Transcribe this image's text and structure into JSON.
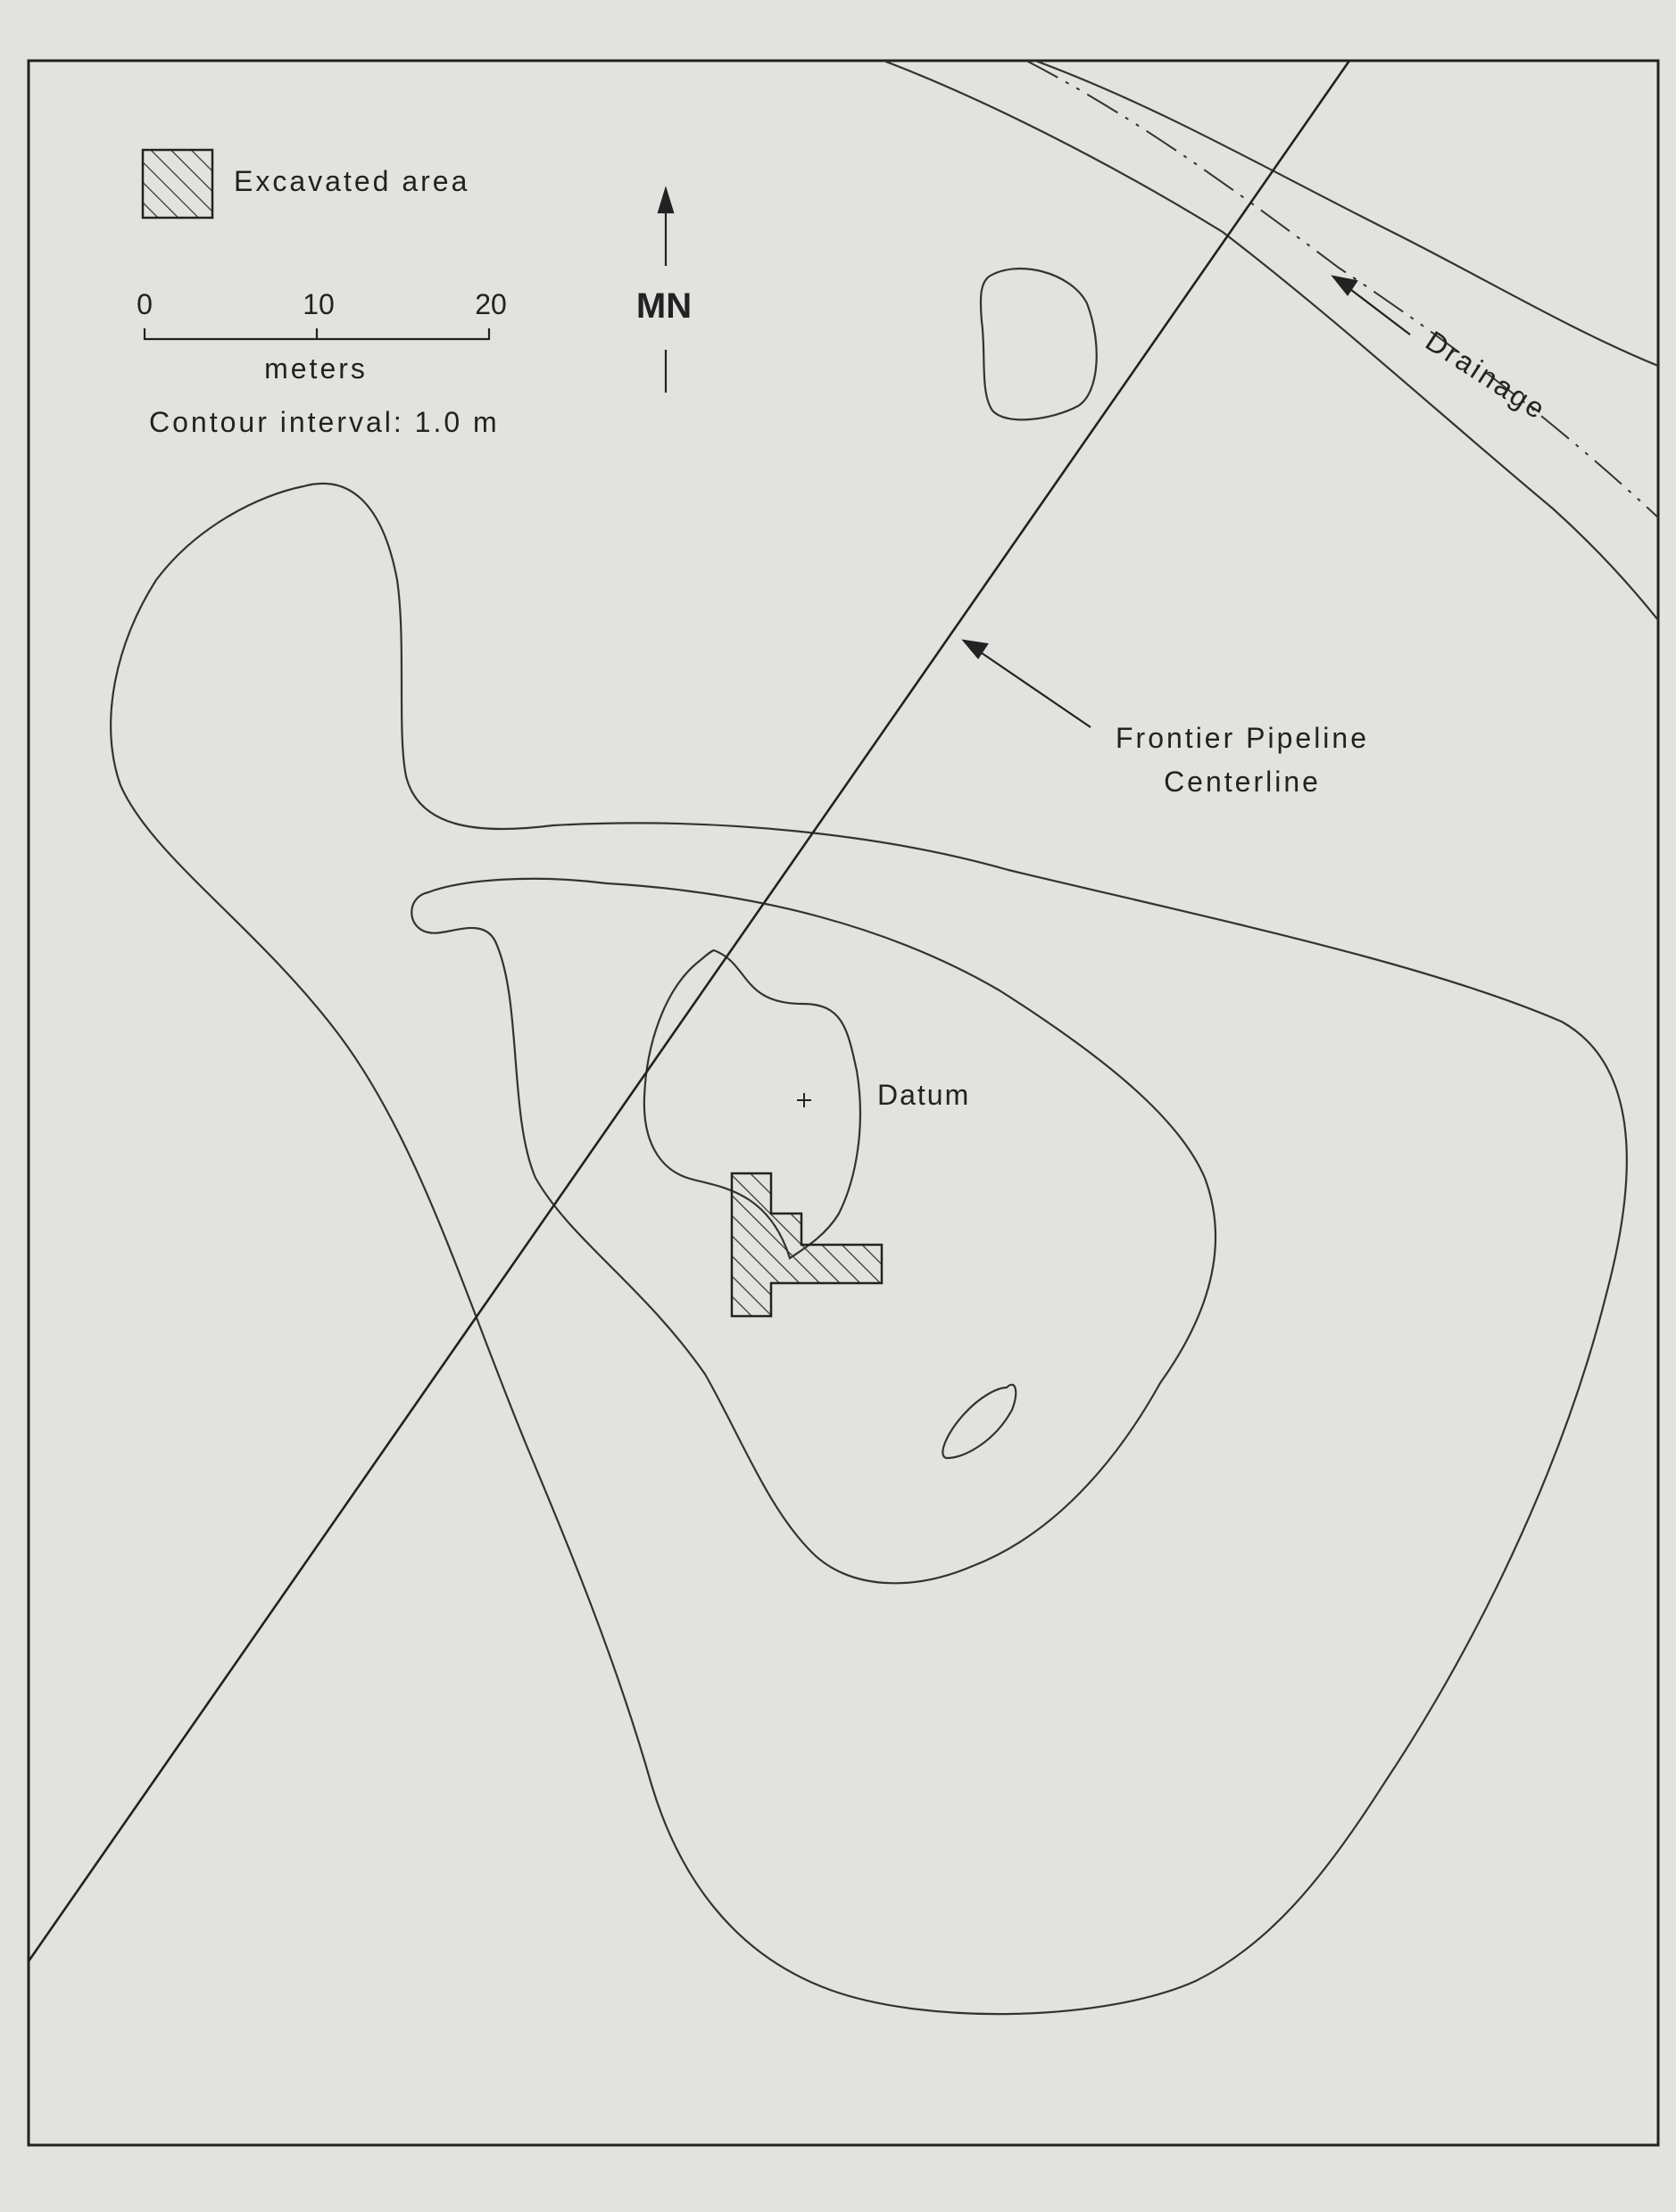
{
  "map": {
    "legend": {
      "excavated_label": "Excavated area",
      "scale_ticks": [
        "0",
        "10",
        "20"
      ],
      "scale_unit": "meters",
      "contour_note": "Contour interval: 1.0 m"
    },
    "north_label": "MN",
    "drainage_label": "Drainage",
    "pipeline_label_line1": "Frontier Pipeline",
    "pipeline_label_line2": "Centerline",
    "datum_label": "Datum",
    "colors": {
      "background": "#e2e3df",
      "ink": "#222222"
    }
  }
}
